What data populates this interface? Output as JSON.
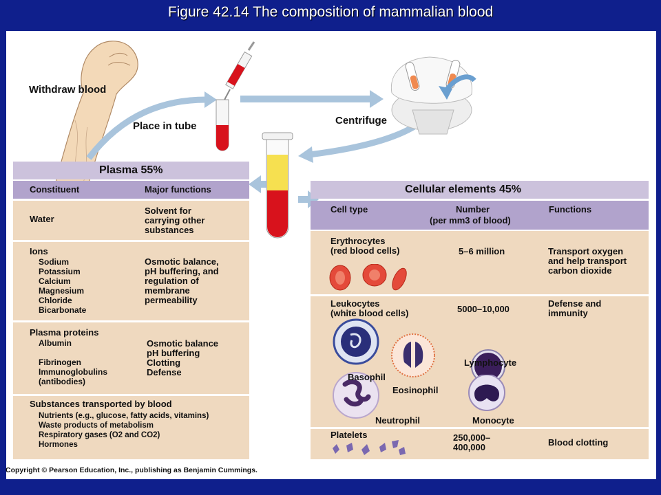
{
  "title": "Figure 42.14  The composition of mammalian blood",
  "steps": {
    "withdraw": "Withdraw blood",
    "place": "Place in tube",
    "centrifuge": "Centrifuge"
  },
  "plasma": {
    "title": "Plasma 55%",
    "col1": "Constituent",
    "col2": "Major functions",
    "rows": [
      {
        "constituent": "Water",
        "items": [],
        "functions": [
          "Solvent for",
          "carrying other",
          "substances"
        ]
      },
      {
        "constituent": "Ions",
        "items": [
          "Sodium",
          "Potassium",
          "Calcium",
          "Magnesium",
          "Chloride",
          "Bicarbonate"
        ],
        "functions": [
          "Osmotic balance,",
          "pH buffering, and",
          "regulation of",
          "membrane",
          "permeability"
        ]
      },
      {
        "constituent": "Plasma proteins",
        "items": [
          "Albumin",
          "",
          "Fibrinogen",
          "Immunoglobulins",
          "(antibodies)"
        ],
        "functions": [
          "Osmotic balance",
          "pH buffering",
          "Clotting",
          "Defense"
        ]
      },
      {
        "constituent": "Substances transported by blood",
        "items": [
          "Nutrients (e.g., glucose, fatty acids, vitamins)",
          "Waste products of metabolism",
          "Respiratory gases (O2 and CO2)",
          "Hormones"
        ],
        "functions": []
      }
    ]
  },
  "cellular": {
    "title": "Cellular elements 45%",
    "col1": "Cell type",
    "col2_line1": "Number",
    "col2_line2": "(per mm3 of blood)",
    "col3": "Functions",
    "rows": [
      {
        "type": [
          "Erythrocytes",
          "(red blood cells)"
        ],
        "number": [
          "5–6 million"
        ],
        "functions": [
          "Transport oxygen",
          "and help transport",
          "carbon dioxide"
        ]
      },
      {
        "type": [
          "Leukocytes",
          "(white blood cells)"
        ],
        "number": [
          "5000–10,000"
        ],
        "functions": [
          "Defense and",
          "immunity"
        ]
      },
      {
        "type": [
          "Platelets"
        ],
        "number": [
          "250,000–",
          "400,000"
        ],
        "functions": [
          "Blood clotting"
        ]
      }
    ],
    "wbc_labels": {
      "basophil": "Basophil",
      "eosinophil": "Eosinophil",
      "neutrophil": "Neutrophil",
      "lymphocyte": "Lymphocyte",
      "monocyte": "Monocyte"
    }
  },
  "copyright": "Copyright © Pearson Education, Inc., publishing as Benjamin Cummings.",
  "colors": {
    "background": "#0f1f8c",
    "table_tan": "#efd9bf",
    "header_lavender": "#ccc2dc",
    "header_purple": "#b1a3cc",
    "blood_red": "#d8121c",
    "plasma_yellow": "#f6e050",
    "arrow_blue": "#a9c4dc"
  }
}
